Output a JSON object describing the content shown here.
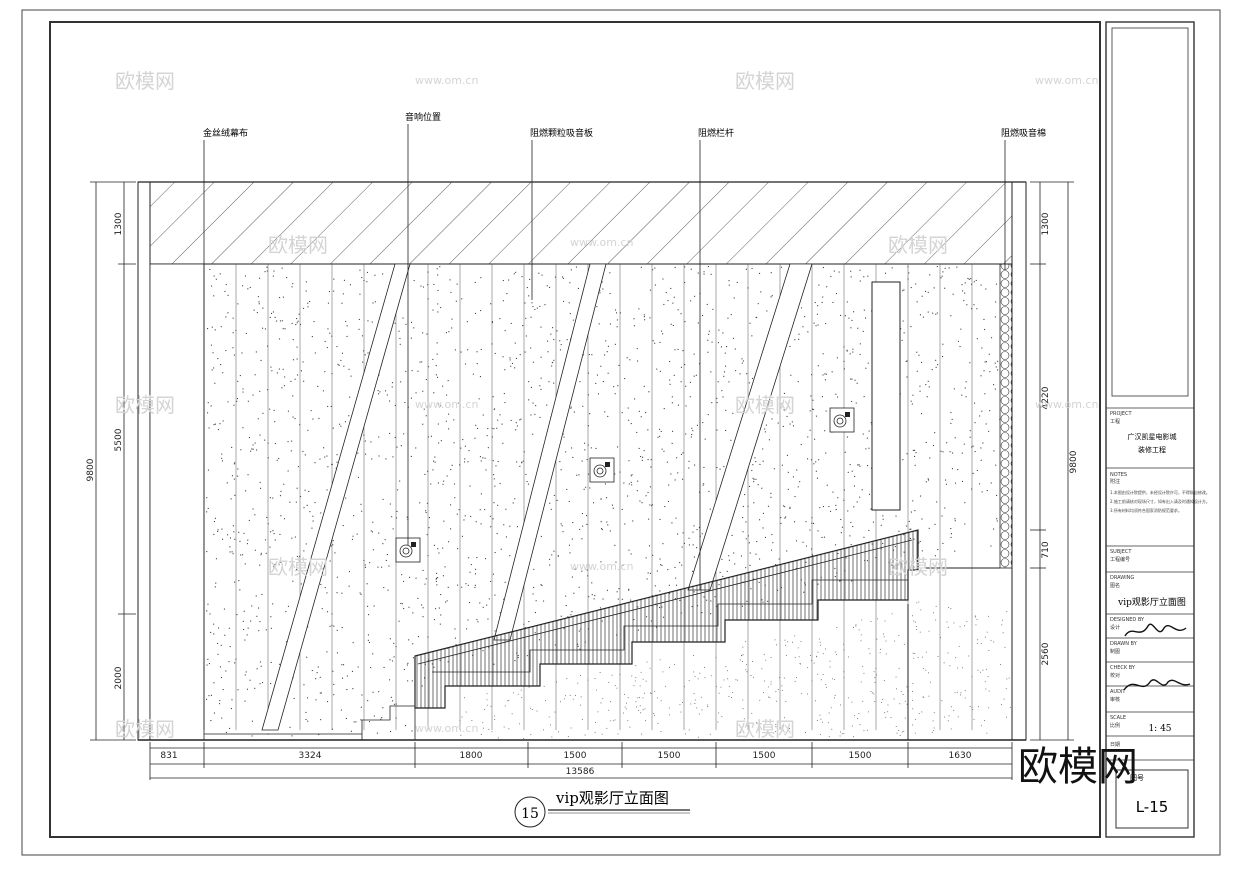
{
  "drawing": {
    "title": "vip观影厅立面图",
    "number": "15"
  },
  "callouts": [
    {
      "text": "金丝绒幕布"
    },
    {
      "text": "音响位置"
    },
    {
      "text": "阻燃颗粒吸音板"
    },
    {
      "text": "阻燃栏杆"
    },
    {
      "text": "阻燃吸音棉"
    }
  ],
  "dimensions": {
    "bottom": [
      "831",
      "3324",
      "1800",
      "1500",
      "1500",
      "1500",
      "1500",
      "1630"
    ],
    "total": "13586",
    "left_outer": "9800",
    "left_inner": [
      "1300",
      "5500",
      "2000"
    ],
    "right_outer": "9800",
    "right_inner": [
      "1300",
      "4220",
      "710",
      "2560"
    ]
  },
  "title_block": {
    "project_label_en": "PROJECT",
    "project_label_cn": "工程",
    "project_name_1": "广汉凯星电影城",
    "project_name_2": "装修工程",
    "notes_label_en": "NOTES",
    "notes_label_cn": "附注",
    "notes_text_1": "1.本图由设计院提供，未经设计院许可，不得私自修改。",
    "notes_text_2": "2.施工前请核对现场尺寸，如有出入请及时通知设计方。",
    "notes_text_3": "3.所有材料均须符合国家消防规范要求。",
    "subject_label_en": "SUBJECT",
    "subject_label_cn": "工程编号",
    "drawing_label_en": "DRAWING",
    "drawing_label_cn": "图名",
    "drawing_name": "vip观影厅立面图",
    "designed_label_en": "DESIGNED BY",
    "designed_label_cn": "设计",
    "drawn_label_en": "DRAWN BY",
    "drawn_label_cn": "制图",
    "checked_label_en": "CHECK BY",
    "checked_label_cn": "校对",
    "audit_label_en": "AUDIT",
    "audit_label_cn": "审核",
    "scale_label_en": "SCALE",
    "scale_label_cn": "比例",
    "scale_value": "1: 45",
    "sheet_label": "图号",
    "sheet_value": "L-15",
    "date_label": "日期"
  },
  "watermarks": {
    "brand": "欧模网",
    "url": "www.om.cn"
  },
  "colors": {
    "line": "#1a1a1a",
    "border": "#333333",
    "watermark": "#d2d2d2",
    "paper": "#ffffff"
  }
}
